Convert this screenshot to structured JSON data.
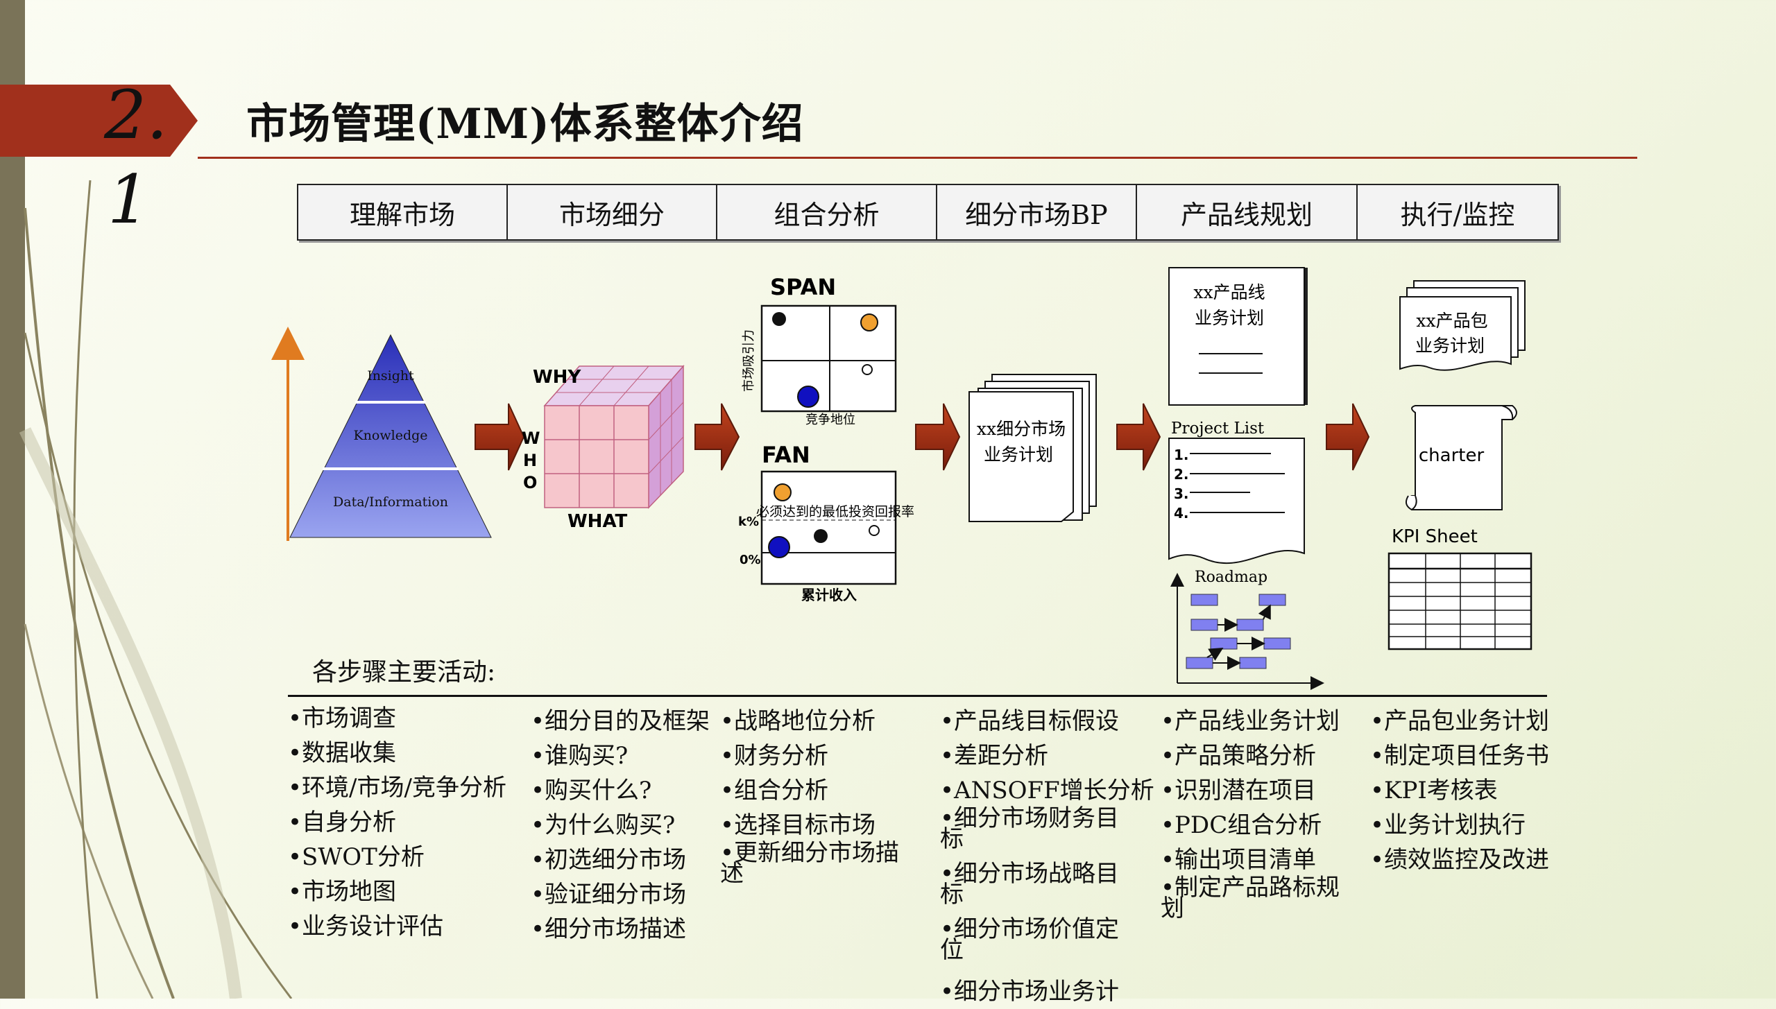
{
  "header": {
    "section_number": "2.",
    "section_number_2": "1",
    "title": "市场管理(MM)体系整体介绍"
  },
  "stages": [
    "理解市场",
    "市场细分",
    "组合分析",
    "细分市场BP",
    "产品线规划",
    "执行/监控"
  ],
  "pyramid": {
    "levels": [
      "Insight",
      "Knowledge",
      "Data/Information"
    ]
  },
  "cube": {
    "why": "WHY",
    "who": [
      "W",
      "H",
      "O"
    ],
    "what": "WHAT"
  },
  "span": {
    "title": "SPAN",
    "y_label": "市场吸引力",
    "x_label": "竞争地位"
  },
  "fan": {
    "title": "FAN",
    "hurdle_label": "必须达到的最低投资回报率",
    "k_label": "k%",
    "zero_label": "0%",
    "x_label": "累计收入"
  },
  "docs": {
    "segment_bp": [
      "xx细分市场",
      "业务计划"
    ],
    "product_line_bp": [
      "xx产品线",
      "业务计划"
    ],
    "project_list": "Project List",
    "project_items": [
      "1.",
      "2.",
      "3.",
      "4."
    ],
    "roadmap": "Roadmap",
    "package_bp": [
      "xx产品包",
      "业务计划"
    ],
    "charter": "charter",
    "kpi_sheet": "KPI Sheet"
  },
  "activities": {
    "title": "各步骤主要活动:",
    "columns": [
      [
        "•市场调查",
        "•数据收集",
        "•环境/市场/竞争分析",
        "•自身分析",
        "•SWOT分析",
        "•市场地图",
        "•业务设计评估"
      ],
      [
        "•细分目的及框架",
        "•谁购买?",
        "•购买什么?",
        "•为什么购买?",
        "•初选细分市场",
        "•验证细分市场",
        "•细分市场描述"
      ],
      [
        "•战略地位分析",
        "•财务分析",
        "•组合分析",
        "•选择目标市场",
        "•更新细分市场描述"
      ],
      [
        "•产品线目标假设",
        "•差距分析",
        "•ANSOFF增长分析",
        "•细分市场财务目标",
        "•细分市场战略目标",
        "•细分市场价值定位",
        "•细分市场业务计"
      ],
      [
        "•产品线业务计划",
        "•产品策略分析",
        "•识别潜在项目",
        "•PDC组合分析",
        "•输出项目清单",
        "•制定产品路标规划"
      ],
      [
        "•产品包业务计划",
        "•制定项目任务书",
        "•KPI考核表",
        "•业务计划执行",
        "•绩效监控及改进"
      ]
    ]
  },
  "colors": {
    "accent_red": "#a1301c",
    "arrow_red": "#9a2a12",
    "sidebar": "#7a7358",
    "pyramid_blue": "#3a3fc8"
  }
}
